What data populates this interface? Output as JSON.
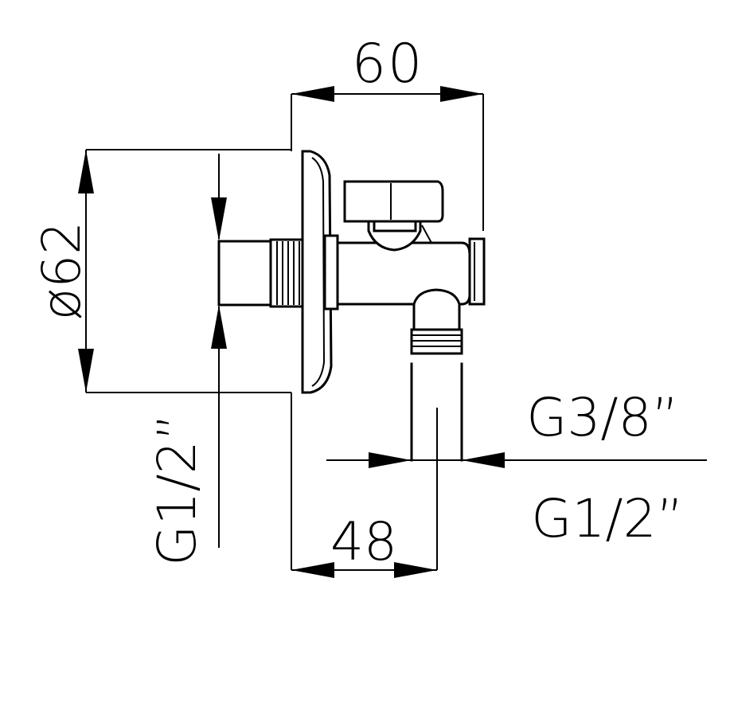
{
  "dimensions": {
    "width_top": "60",
    "width_bottom": "48",
    "diameter": "ø62",
    "inlet_thread": "G1/2”",
    "outlet_thread_small": "G3/8”",
    "outlet_thread_large": "G1/2”"
  },
  "colors": {
    "line": "#000000",
    "background": "#ffffff"
  }
}
